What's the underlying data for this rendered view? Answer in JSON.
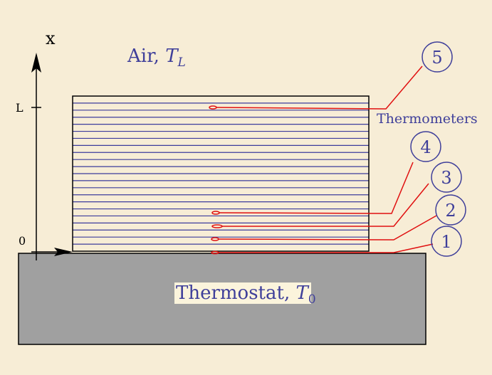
{
  "axis": {
    "x_label": "x",
    "tick_L": "L",
    "tick_0": "0"
  },
  "air": {
    "prefix": "Air, ",
    "symbol": "T",
    "subscript": "L"
  },
  "thermostat": {
    "prefix": "Thermostat, ",
    "symbol": "T",
    "subscript": "0"
  },
  "thermometers_label": "Thermometers",
  "thermometer_numbers": [
    "1",
    "2",
    "3",
    "4",
    "5"
  ],
  "colors": {
    "background": "#f7edd6",
    "text": "#3f3f9a",
    "layer_line": "#3c3c9c",
    "thermometer": "#e01010",
    "thermostat_fill": "#a0a0a0",
    "label_bg": "#fbf4dc"
  }
}
